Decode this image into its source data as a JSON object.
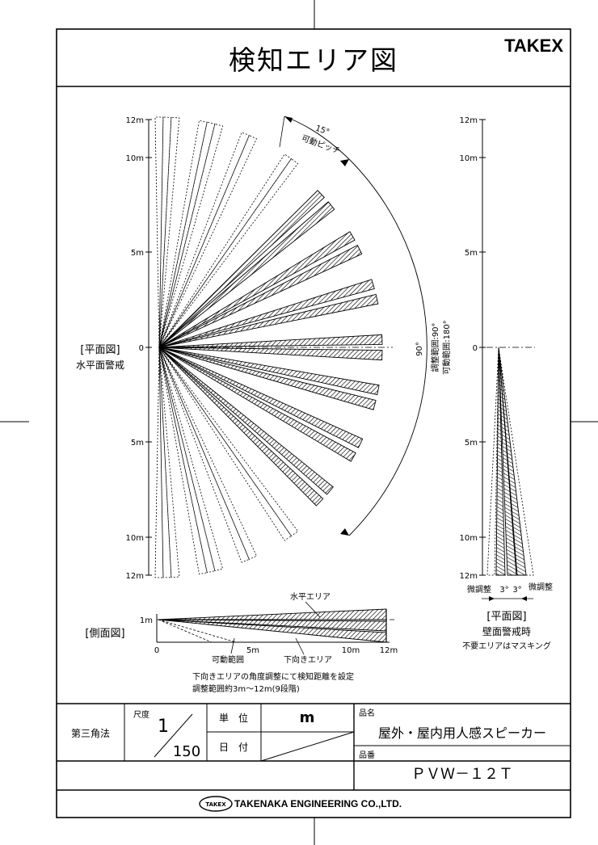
{
  "header": {
    "title": "検知エリア図",
    "brand": "TAKEX"
  },
  "plan_view": {
    "label": "[平面図]",
    "sublabel": "水平面警戒",
    "scale_labels": [
      "12m",
      "10m",
      "5m",
      "0",
      "5m",
      "10m",
      "12m"
    ],
    "pitch_angle": "15°",
    "pitch_label": "可動ピッチ",
    "sweep_angle": "90°",
    "adjust_range": "調整範囲:90°",
    "movable_range": "可動範囲:180°"
  },
  "wall_view": {
    "label": "[平面図]",
    "sublabel": "壁面警戒時",
    "note": "不要エリアはマスキング",
    "scale_labels": [
      "12m",
      "10m",
      "5m",
      "0",
      "5m",
      "10m",
      "12m"
    ],
    "fine_left": "微調整",
    "fine_right": "微調整",
    "angle_left": "3°",
    "angle_right": "3°"
  },
  "side_view": {
    "label": "[側面図]",
    "height_label": "1m",
    "horizontal_area": "水平エリア",
    "downward_area": "下向きエリア",
    "movable_range": "可動範囲",
    "x_labels": [
      "0",
      "5m",
      "10m",
      "12m"
    ],
    "note_1": "下向きエリアの角度調整にて検知距離を設定",
    "note_2": "調整範囲約3m～12m(9段階)"
  },
  "title_block": {
    "projection": "第三角法",
    "scale_label": "尺度",
    "scale_num": "1",
    "scale_den": "150",
    "unit_label": "単　位",
    "unit_value": "m",
    "date_label": "日　付",
    "name_label": "品名",
    "product_name": "屋外・屋内用人感スピーカー",
    "number_label": "品番",
    "product_number": "ＰＶＷ－１２Ｔ",
    "company_logo": "TAKEX",
    "company": "TAKENAKA ENGINEERING CO.,LTD."
  }
}
